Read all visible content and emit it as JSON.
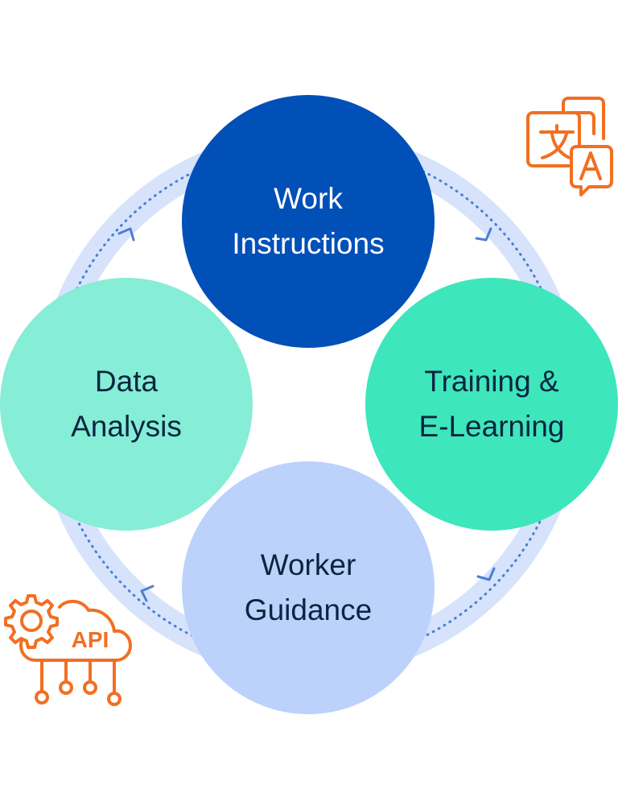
{
  "nodes": {
    "top": {
      "line1": "Work",
      "line2": "Instructions"
    },
    "right": {
      "line1": "Training &",
      "line2": "E-Learning"
    },
    "bottom": {
      "line1": "Worker",
      "line2": "Guidance"
    },
    "left": {
      "line1": "Data",
      "line2": "Analysis"
    }
  },
  "icons": {
    "translate": "translate-icon",
    "api": {
      "name": "api-cloud-icon",
      "label": "API"
    }
  },
  "colors": {
    "ring": "#d6e3fb",
    "dots": "#4a7fd6",
    "accent": "#f26f21"
  }
}
